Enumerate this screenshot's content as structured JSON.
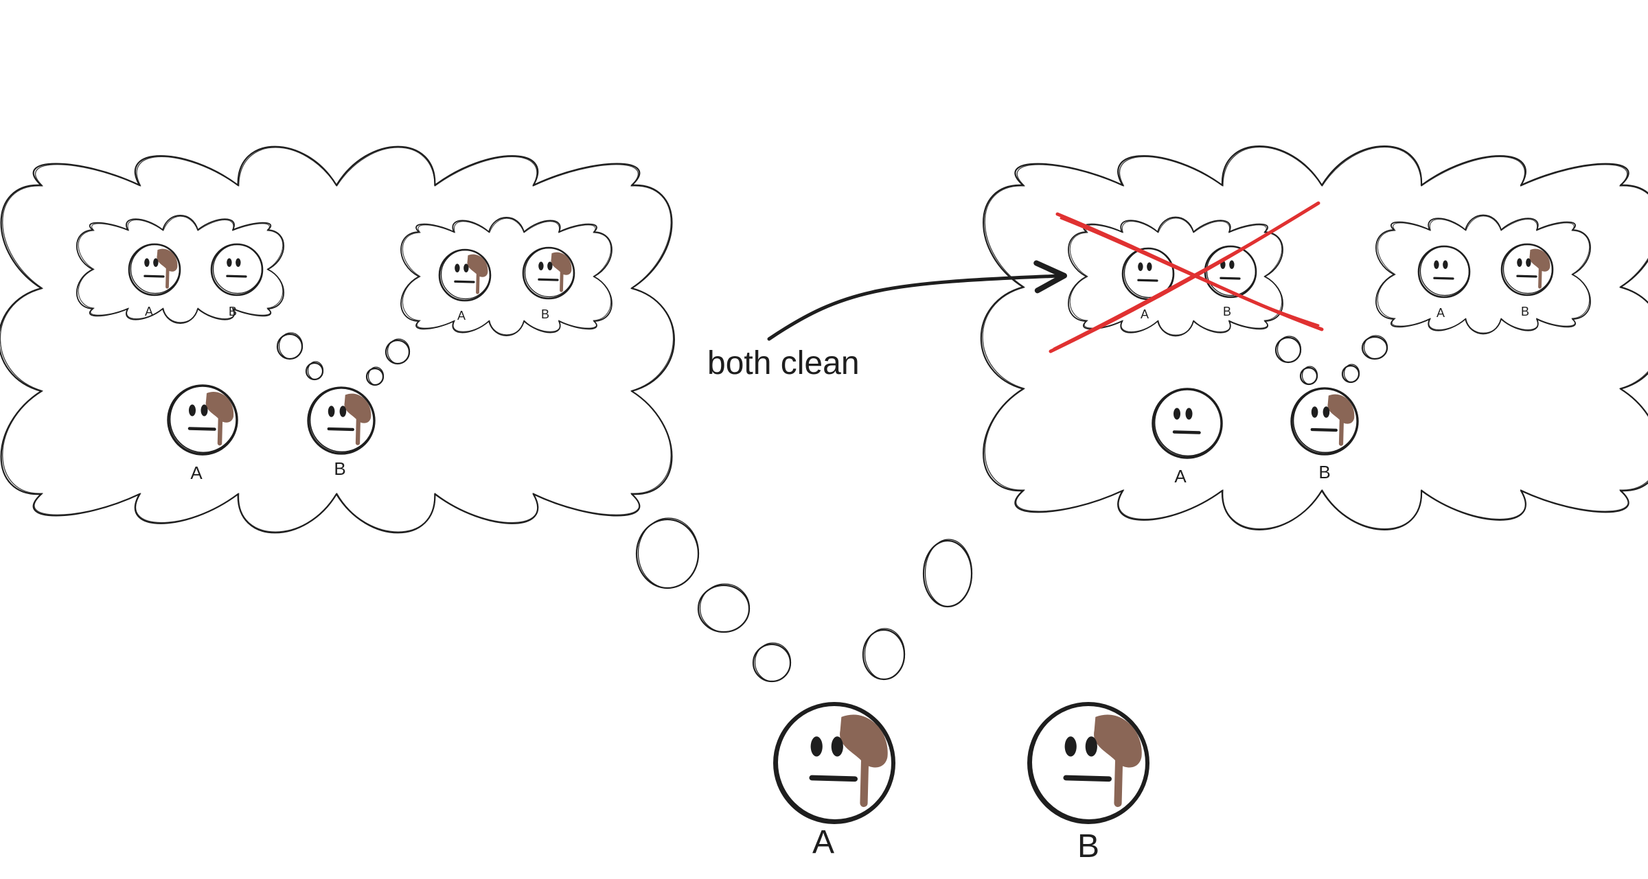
{
  "colors": {
    "ink": "#1e1e1e",
    "mud": "#8a6656",
    "cross": "#e03131",
    "background": "#ffffff"
  },
  "arrow": {
    "label": "both clean"
  },
  "children": [
    {
      "label": "A",
      "muddy": true
    },
    {
      "label": "B",
      "muddy": true
    }
  ],
  "left_thought": {
    "faces": [
      {
        "label": "A",
        "muddy": true
      },
      {
        "label": "B",
        "muddy": true
      }
    ],
    "nested_left": {
      "faces": [
        {
          "label": "A",
          "muddy": true
        },
        {
          "label": "B",
          "muddy": false
        }
      ]
    },
    "nested_right": {
      "faces": [
        {
          "label": "A",
          "muddy": true
        },
        {
          "label": "B",
          "muddy": true
        }
      ]
    }
  },
  "right_thought": {
    "faces": [
      {
        "label": "A",
        "muddy": false
      },
      {
        "label": "B",
        "muddy": true
      }
    ],
    "nested_left": {
      "crossed_out": true,
      "faces": [
        {
          "label": "A",
          "muddy": false
        },
        {
          "label": "B",
          "muddy": false
        }
      ]
    },
    "nested_right": {
      "faces": [
        {
          "label": "A",
          "muddy": false
        },
        {
          "label": "B",
          "muddy": true
        }
      ]
    }
  }
}
